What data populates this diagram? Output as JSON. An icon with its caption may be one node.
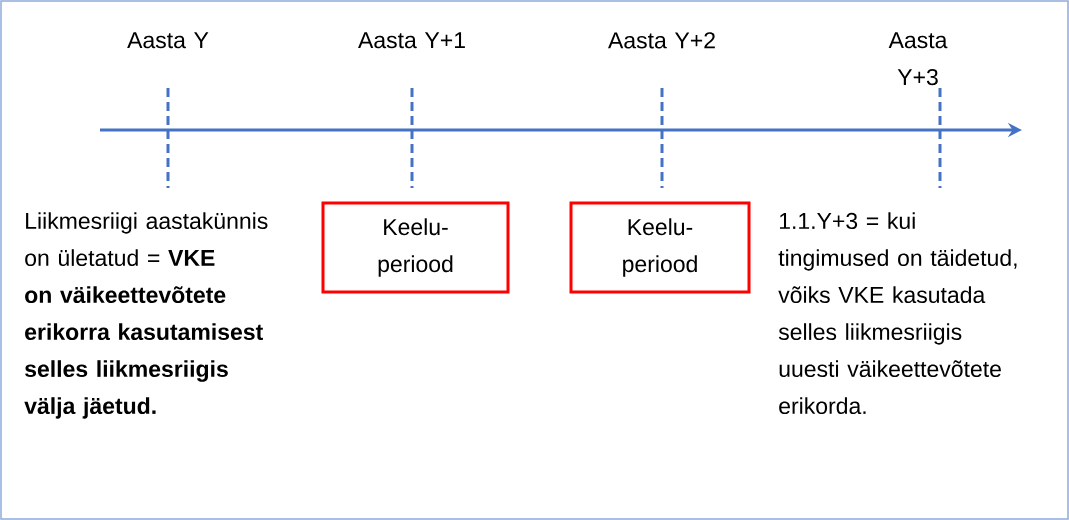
{
  "diagram": {
    "nodes": [
      {
        "text": [
          "Keelu- periood"
        ]
      },
      {
        "text": [
          "Keelu- periood"
        ]
      }
    ],
    "labels": [
      "Aasta Y",
      "Aasta Y+1",
      "Aasta Y+2",
      "Aasta Y+3",
      "Liikmesriigi aastakünnis on ületatud = **VKE on väikeettevõtete erikorra kasutamisest selles liikmesriigis välja jäetud.**",
      "1.1.Y+3 = kui tingimused on täidetud, võiks VKE kasutada selles liikmesriigis uuesti väikeettevõtete erikorda."
    ]
  }
}
